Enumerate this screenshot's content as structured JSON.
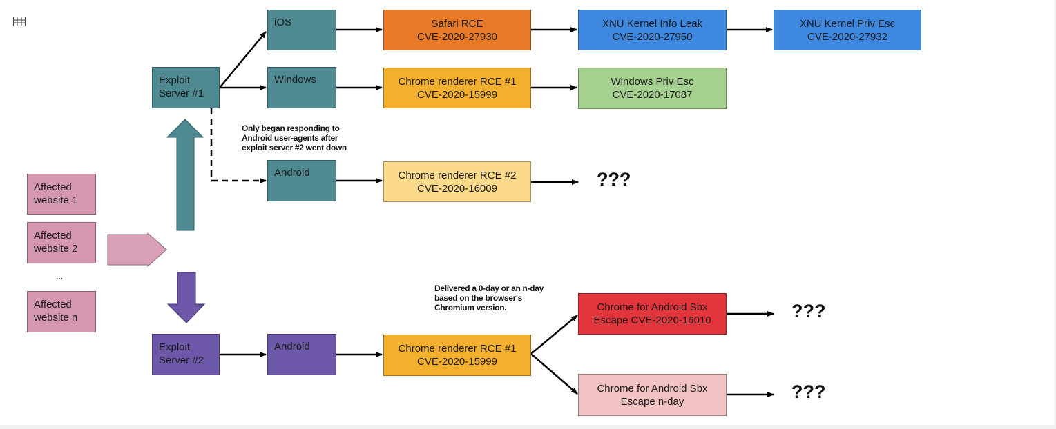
{
  "sites": [
    {
      "id": "site1",
      "label": "Affected\nwebsite 1"
    },
    {
      "id": "site2",
      "label": "Affected\nwebsite 2"
    },
    {
      "id": "siten",
      "label": "Affected\nwebsite n"
    }
  ],
  "ellipsis": "...",
  "servers": [
    {
      "id": "srv1",
      "label": "Exploit\nServer #1"
    },
    {
      "id": "srv2",
      "label": "Exploit\nServer #2"
    }
  ],
  "platforms": [
    {
      "id": "ios",
      "label": "iOS"
    },
    {
      "id": "win",
      "label": "Windows"
    },
    {
      "id": "and1",
      "label": "Android"
    },
    {
      "id": "and2",
      "label": "Android"
    }
  ],
  "exploits": [
    {
      "id": "safari",
      "label": "Safari RCE\nCVE-2020-27930"
    },
    {
      "id": "xnu1",
      "label": "XNU Kernel Info Leak\nCVE-2020-27950"
    },
    {
      "id": "xnu2",
      "label": "XNU Kernel Priv Esc\nCVE-2020-27932"
    },
    {
      "id": "chrome1",
      "label": "Chrome renderer RCE #1\nCVE-2020-15999"
    },
    {
      "id": "winpriv",
      "label": "Windows Priv Esc\nCVE-2020-17087"
    },
    {
      "id": "chrome2",
      "label": "Chrome renderer RCE #2\nCVE-2020-16009"
    },
    {
      "id": "chrome1b",
      "label": "Chrome renderer RCE #1\nCVE-2020-15999"
    },
    {
      "id": "sbx1",
      "label": "Chrome for Android Sbx\nEscape CVE-2020-16010"
    },
    {
      "id": "sbx2",
      "label": "Chrome for Android Sbx\nEscape n-day"
    }
  ],
  "notes": {
    "android_note": "Only began responding to\nAndroid user-agents after\nexploit server #2 went down",
    "delivery_note": "Delivered a 0-day or an n-day\nbased on the browser's\nChromium version."
  },
  "unknowns": [
    "???",
    "???",
    "???"
  ],
  "colors": {
    "site": "#d597b0",
    "server1": "#4f8a93",
    "server2": "#6d57a8",
    "orange": "#e87a27",
    "blue": "#3e88e0",
    "amber": "#f3b02f",
    "green": "#a6d08f",
    "light_yellow": "#fbd98a",
    "red": "#e2353b",
    "pink": "#f2c3c3",
    "pink_arrow": "#d9a0b7",
    "teal_arrow": "#4f8a93",
    "purple_arrow": "#6d57a8"
  },
  "corner_icon": "grid-icon"
}
